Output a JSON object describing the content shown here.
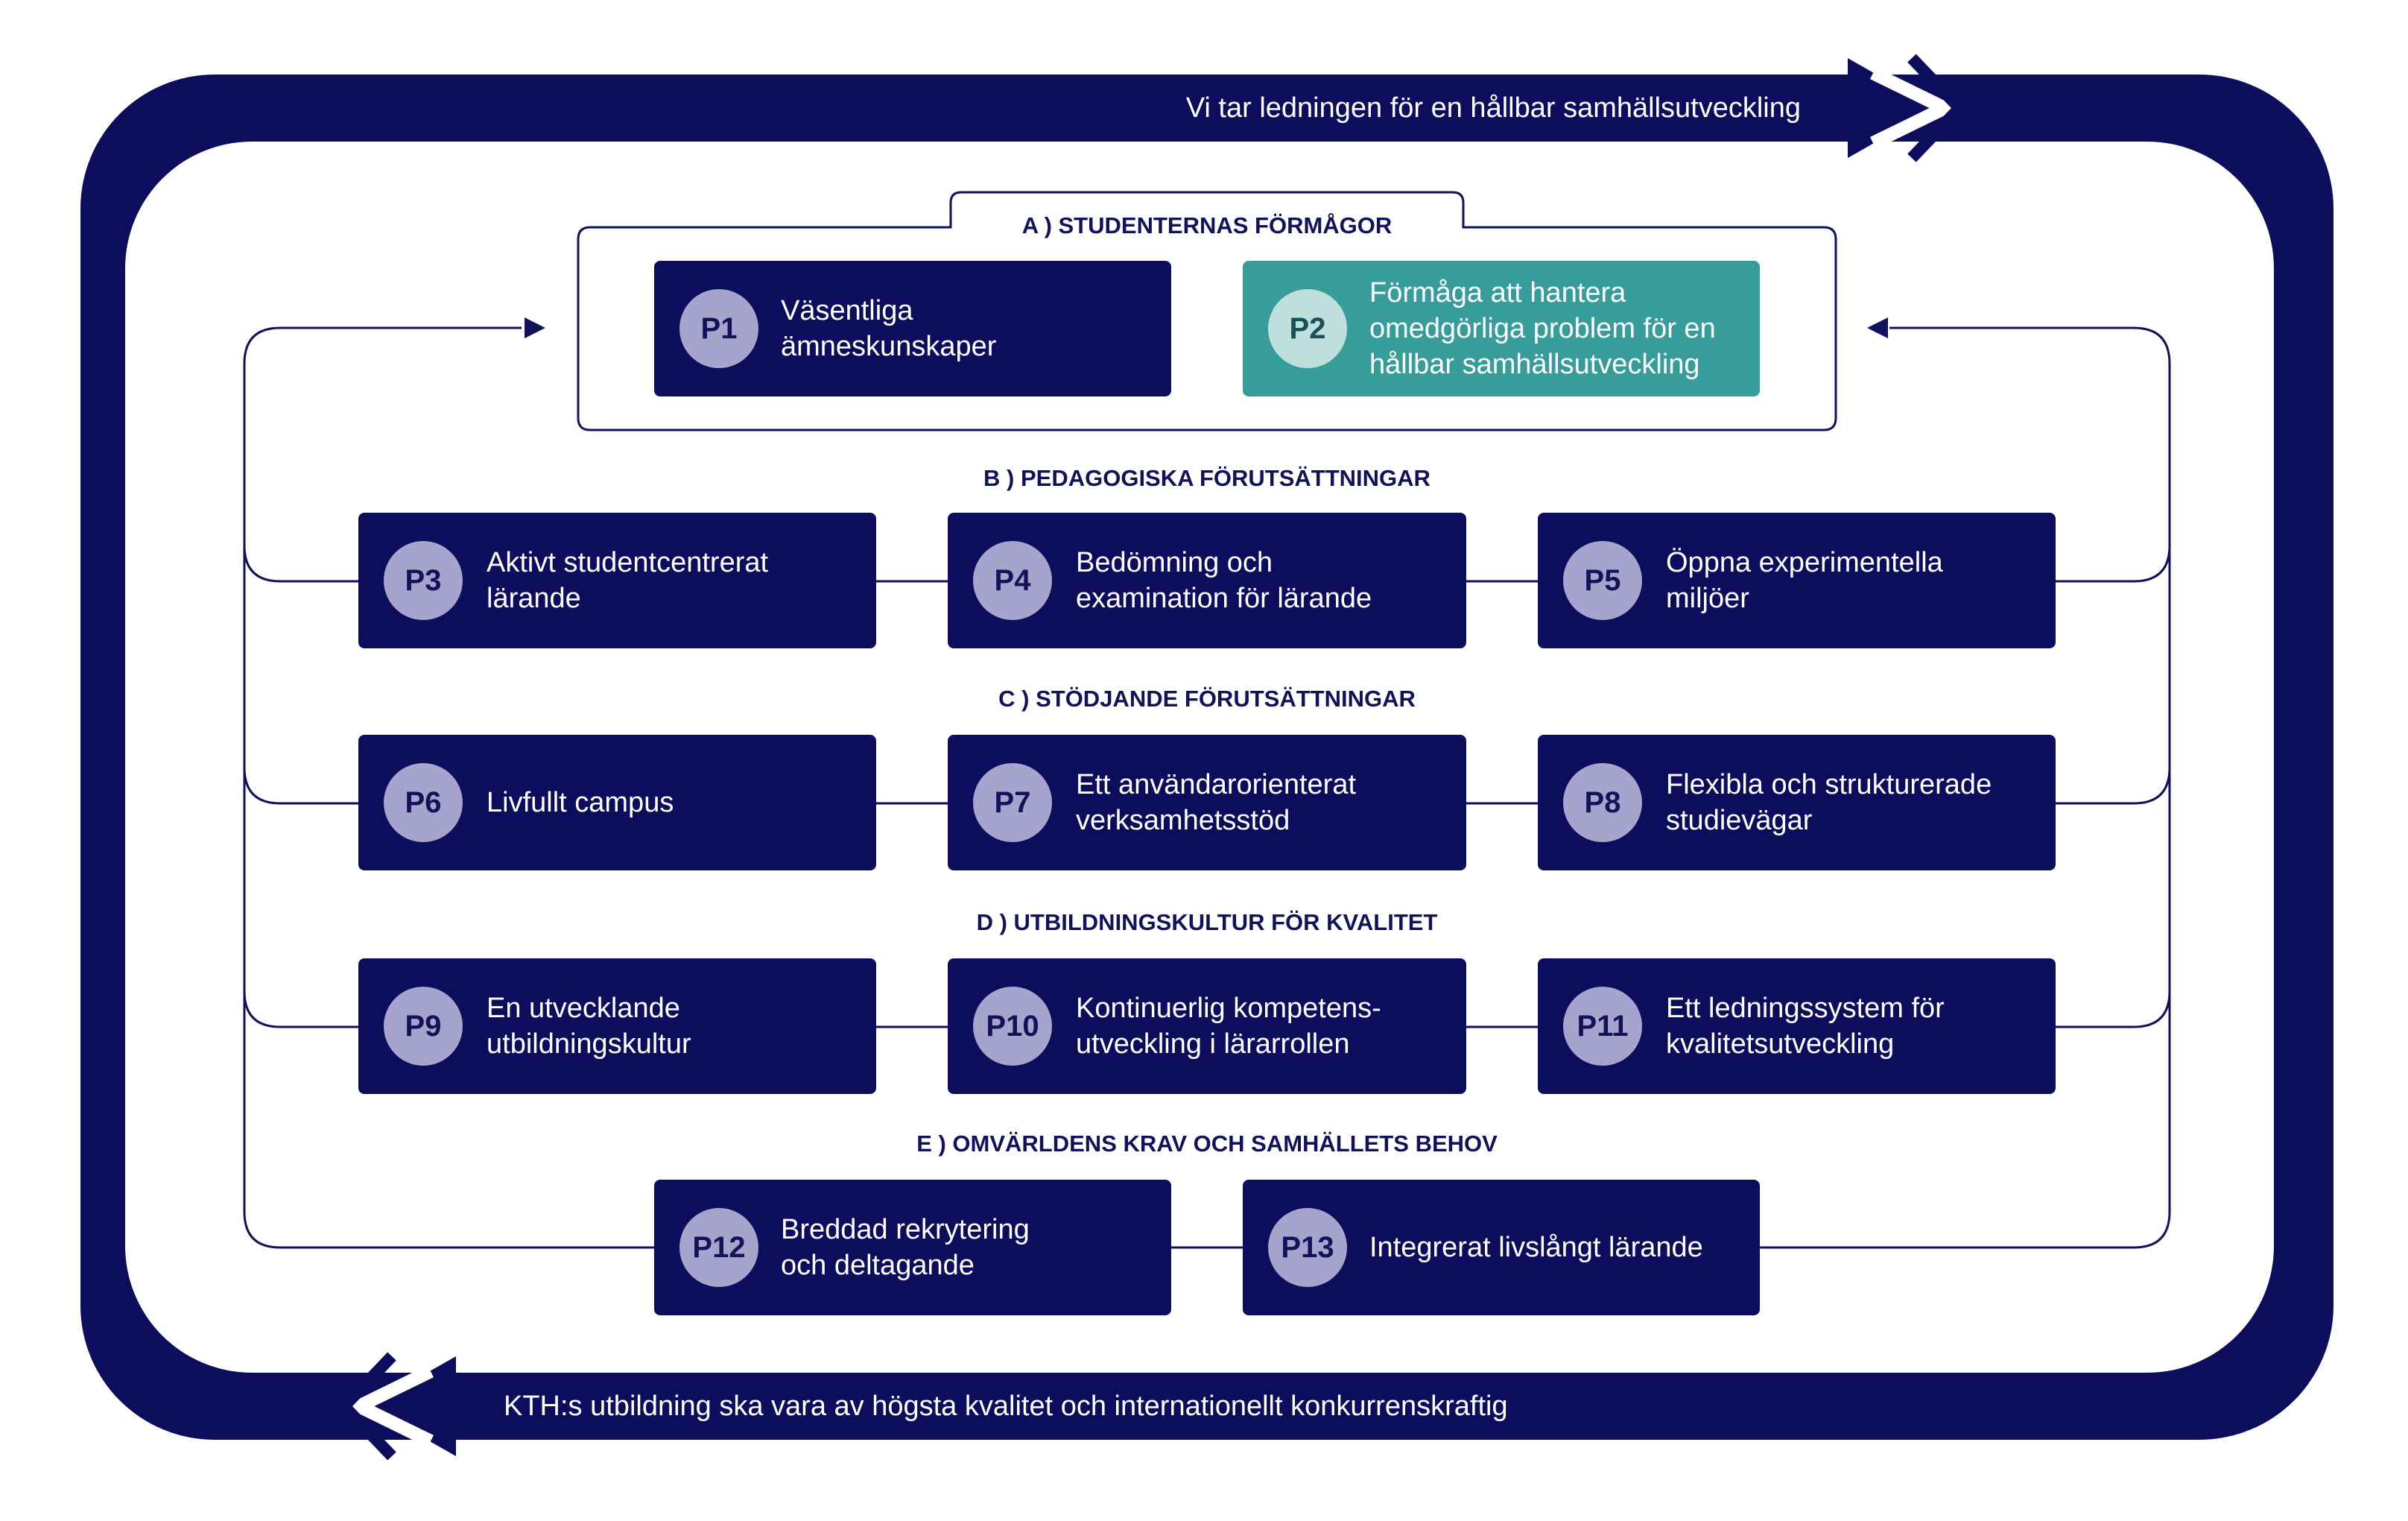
{
  "colors": {
    "navy": "#0d0d5e",
    "teal": "#369d9b",
    "badge": "#a6a4cc",
    "badge_teal": "#bfdfdd",
    "section_text": "#12125c"
  },
  "loop": {
    "top_text": "Vi tar ledningen för en hållbar samhällsutveckling",
    "bottom_text": "KTH:s utbildning ska vara av högsta kvalitet och internationellt konkurrenskraftig"
  },
  "sections": {
    "a": "A )  STUDENTERNAS FÖRMÅGOR",
    "b": "B )  PEDAGOGISKA FÖRUTSÄTTNINGAR",
    "c": "C )  STÖDJANDE FÖRUTSÄTTNINGAR",
    "d": "D )  UTBILDNINGSKULTUR FÖR KVALITET",
    "e": "E )  OMVÄRLDENS KRAV OCH SAMHÄLLETS BEHOV"
  },
  "boxes": {
    "p1": {
      "id": "P1",
      "line1": "Väsentliga",
      "line2": "ämneskunskaper"
    },
    "p2": {
      "id": "P2",
      "line1": "Förmåga att hantera",
      "line2": "omedgörliga problem för en",
      "line3": "hållbar samhällsutveckling"
    },
    "p3": {
      "id": "P3",
      "line1": "Aktivt studentcentrerat",
      "line2": "lärande"
    },
    "p4": {
      "id": "P4",
      "line1": "Bedömning och",
      "line2": "examination för lärande"
    },
    "p5": {
      "id": "P5",
      "line1": "Öppna experimentella",
      "line2": "miljöer"
    },
    "p6": {
      "id": "P6",
      "line1": "Livfullt campus"
    },
    "p7": {
      "id": "P7",
      "line1": "Ett användarorienterat",
      "line2": "verksamhetsstöd"
    },
    "p8": {
      "id": "P8",
      "line1": "Flexibla och strukturerade",
      "line2": "studievägar"
    },
    "p9": {
      "id": "P9",
      "line1": "En utvecklande",
      "line2": "utbildningskultur"
    },
    "p10": {
      "id": "P10",
      "line1": "Kontinuerlig kompetens-",
      "line2": "utveckling i lärarrollen"
    },
    "p11": {
      "id": "P11",
      "line1": "Ett ledningssystem för",
      "line2": "kvalitetsutveckling"
    },
    "p12": {
      "id": "P12",
      "line1": "Breddad rekrytering",
      "line2": "och deltagande"
    },
    "p13": {
      "id": "P13",
      "line1": "Integrerat livslångt lärande"
    }
  }
}
